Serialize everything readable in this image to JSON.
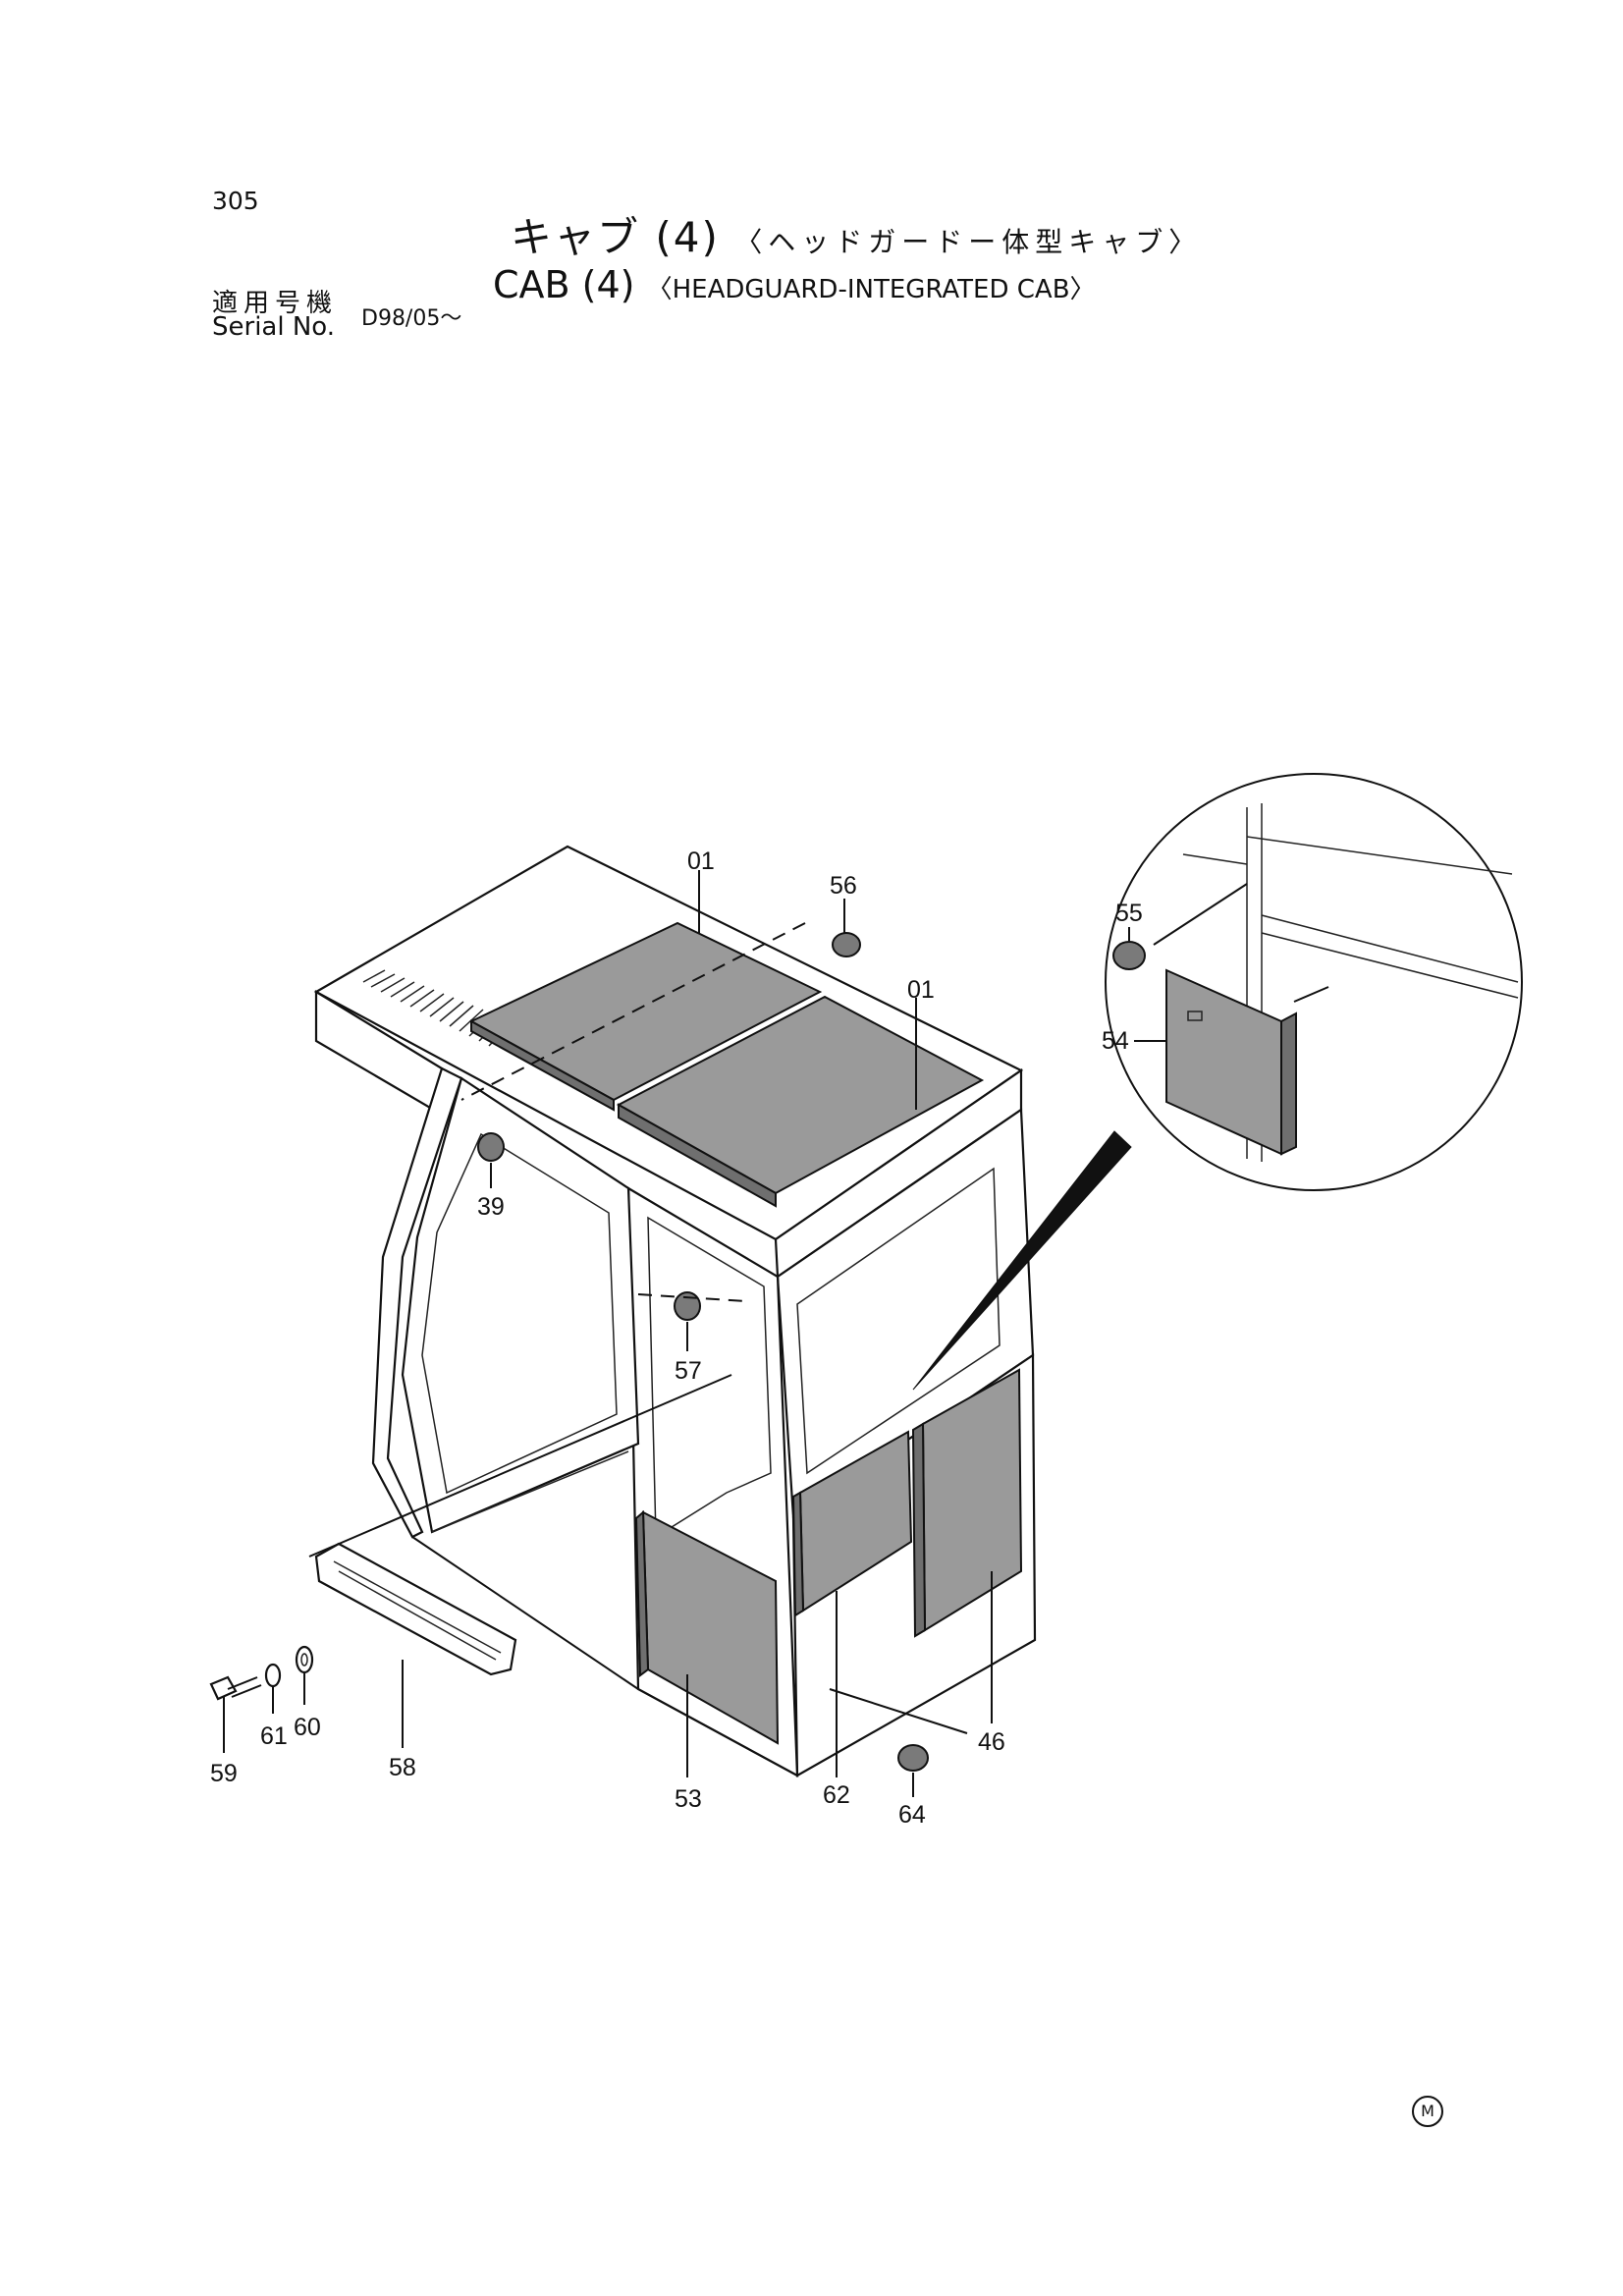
{
  "header": {
    "page_number": "305",
    "title_jp": "キャブ (4)",
    "title_jp_sub": "〈ヘッドガードー体型キャブ〉",
    "title_en": "CAB (4)",
    "title_en_sub": "〈HEADGUARD-INTEGRATED CAB〉",
    "serial_label_jp": "適用号機",
    "serial_label_en": "Serial No.",
    "serial_range": "D98/05～"
  },
  "callouts": {
    "p01a": "01",
    "p01b": "01",
    "p56": "56",
    "p55": "55",
    "p54": "54",
    "p39": "39",
    "p57": "57",
    "p53": "53",
    "p62": "62",
    "p46": "46",
    "p64": "64",
    "p58": "58",
    "p59": "59",
    "p60": "60",
    "p61": "61"
  },
  "footer": {
    "mark": "M"
  }
}
